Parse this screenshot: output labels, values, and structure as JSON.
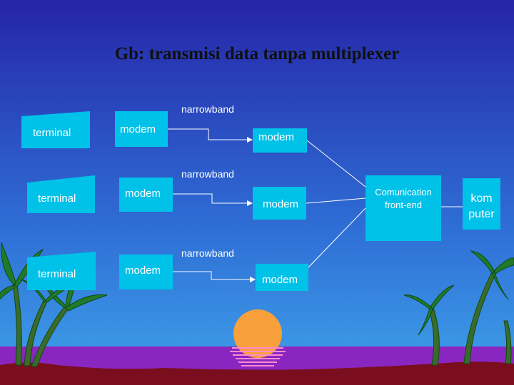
{
  "title": "Gb: transmisi data tanpa multiplexer",
  "channel_label": "narrowband",
  "terminals": [
    {
      "label": "terminal"
    },
    {
      "label": "terminal"
    },
    {
      "label": "terminal"
    }
  ],
  "modems_left": [
    {
      "label": "modem"
    },
    {
      "label": "modem"
    },
    {
      "label": "modem"
    }
  ],
  "modems_right": [
    {
      "label": "modem"
    },
    {
      "label": "modem"
    },
    {
      "label": "modem"
    }
  ],
  "narrowband_labels": [
    "narrowband",
    "narrowband",
    "narrowband"
  ],
  "front_end": {
    "line1": "Comunication",
    "line2": "front-end"
  },
  "computer": {
    "line1": "kom",
    "line2": "puter"
  },
  "colors": {
    "sky_top": "#2a2ab0",
    "sky_bottom": "#3f9fe8",
    "box": "#00c1e8",
    "island": "#7a0e1e",
    "sea": "#8a26c0",
    "sun": "#f7a03c",
    "palm": "#1f7a2a",
    "line": "#ffffff"
  }
}
